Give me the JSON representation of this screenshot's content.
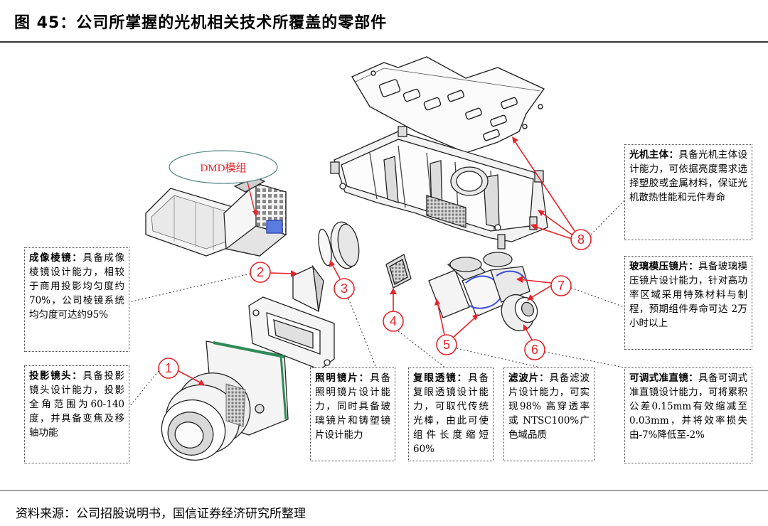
{
  "figure": {
    "title": "图 45：公司所掌握的光机相关技术所覆盖的零部件",
    "source": "资料来源：公司招股说明书，国信证券经济研究所整理"
  },
  "callouts": {
    "dmd": "DMD模组",
    "n1": "1",
    "n2": "2",
    "n3": "3",
    "n4": "4",
    "n5": "5",
    "n6": "6",
    "n7": "7",
    "n8": "8"
  },
  "boxes": {
    "optical_body": {
      "label": "光机主体：",
      "text": "具备光机主体设计能力，可依据亮度需求选择塑胶或金属材料，保证光机散热性能和元件寿命"
    },
    "prism": {
      "label": "成像棱镜：",
      "text": "具备成像棱镜设计能力，相较于商用投影均匀度约70%，公司棱镜系统均匀度可达约95%"
    },
    "glass_lens": {
      "label": "玻璃模压镜片：",
      "text": "具备玻璃模压镜片设计能力，针对高功率区域采用特殊材料与制程，预期组件寿命可达 2万小时以上"
    },
    "projection_lens": {
      "label": "投影镜头：",
      "text": "具备投影镜头设计能力，投影全角范围为60-140度，并具备变焦及移轴功能"
    },
    "illumination_lens": {
      "label": "照明镜片：",
      "text": "具备照明镜片设计能力，同时具备玻璃镜片和铸塑镜片设计能力"
    },
    "fly_eye": {
      "label": "复眼透镜：",
      "text": "具备复眼透镜设计能力，可取代传统光棒，由此可使组件长度缩短60%"
    },
    "filter": {
      "label": "滤波片：",
      "text": "具备滤波片设计能力，可实现98% 高穿透率或 NTSC100%广色域品质"
    },
    "collimator": {
      "label": "可调式准直镜：",
      "text": "具备可调式准直镜设计能力，可将累积公差0.15mm有效缩减至0.03mm，并将效率损失由-7%降低至-2%"
    }
  },
  "colors": {
    "callout": "#e3242b",
    "line": "#1a1a1a",
    "leader": "#333333",
    "accent_blue": "#3a4fd8",
    "pcb_green": "#2e8b57"
  }
}
